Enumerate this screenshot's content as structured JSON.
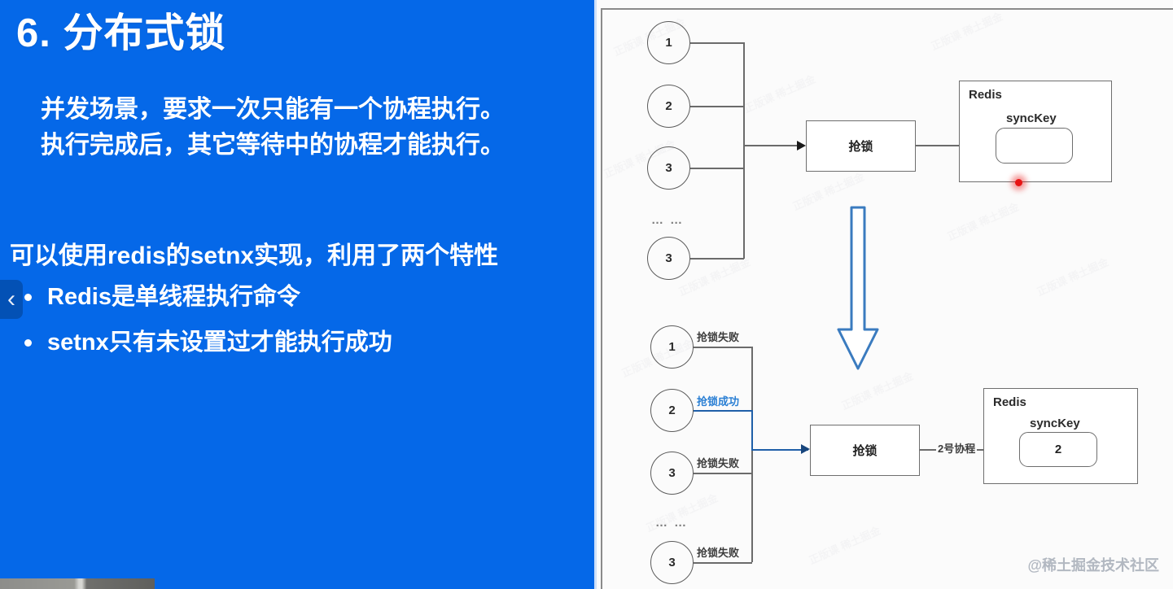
{
  "slide": {
    "title": "6. 分布式锁",
    "lead_line1": "并发场景，要求一次只能有一个协程执行。",
    "lead_line2": "执行完成后，其它等待中的协程才能执行。",
    "subhead": "可以使用redis的setnx实现，利用了两个特性",
    "bullets": [
      "Redis是单线程执行命令",
      "setnx只有未设置过才能执行成功"
    ]
  },
  "controls": {
    "prev_slide_glyph": "‹"
  },
  "diagram": {
    "top": {
      "nodes": [
        "1",
        "2",
        "3",
        "3"
      ],
      "ellipsis": "… …",
      "action_box": "抢锁",
      "redis_title": "Redis",
      "synckey_label": "syncKey",
      "synckey_value": ""
    },
    "bottom": {
      "nodes": [
        "1",
        "2",
        "3",
        "3"
      ],
      "ellipsis": "… …",
      "edge_labels": [
        "抢锁失败",
        "抢锁成功",
        "抢锁失败",
        "抢锁失败"
      ],
      "action_box": "抢锁",
      "result_edge_label": "2号协程",
      "redis_title": "Redis",
      "synckey_label": "syncKey",
      "synckey_value": "2"
    },
    "watermark_text": "正版课 稀土掘金"
  },
  "brand": {
    "watermark": "@稀土掘金技术社区"
  },
  "colors": {
    "background_blue": "#0568e8",
    "accent_blue": "#2a7fd4",
    "arrow_blue": "#3a7bbf",
    "laser_red": "#e81414"
  }
}
